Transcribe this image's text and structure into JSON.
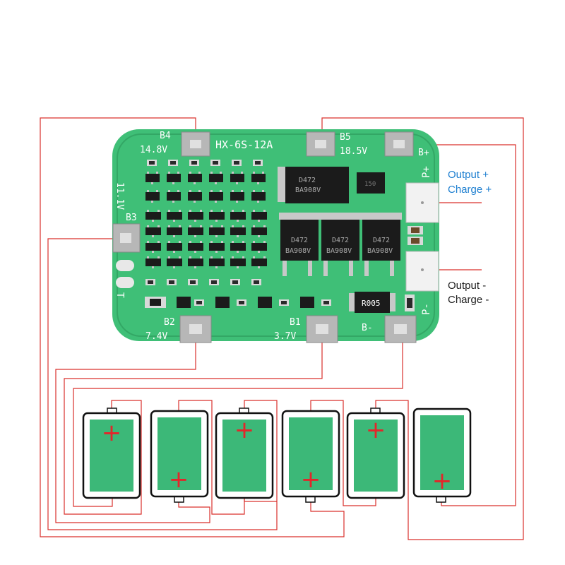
{
  "board": {
    "model": "HX-6S-12A",
    "pads": {
      "b4": {
        "name": "B4",
        "voltage": "14.8V"
      },
      "b5": {
        "name": "B5",
        "voltage": "18.5V"
      },
      "b3": {
        "name": "B3",
        "voltage": "11.1V"
      },
      "b2": {
        "name": "B2",
        "voltage": "7.4V"
      },
      "b1": {
        "name": "B1",
        "voltage": "3.7V"
      },
      "b_minus": {
        "name": "B-"
      },
      "b_plus": {
        "name": "B+"
      },
      "p_plus": {
        "name": "P+"
      },
      "p_minus": {
        "name": "P-"
      },
      "t": {
        "name": "T"
      }
    },
    "components": {
      "mosfet_marking_line1": "D472",
      "mosfet_marking_line2": "BA908V",
      "shunt_resistor": "R005",
      "regulator_marking": "150"
    }
  },
  "labels": {
    "output_plus": "Output +",
    "charge_plus": "Charge +",
    "output_minus": "Output -",
    "charge_minus": "Charge -"
  },
  "colors": {
    "pcb": "#3fbf77",
    "wire": "#d9302c",
    "label_positive": "#1e7fd0",
    "label_negative": "#222222",
    "battery_fill": "#3cb878",
    "plus_sign": "#e3262a"
  },
  "batteries": {
    "cell_1": {
      "plus": "+"
    },
    "cell_2": {
      "plus": "+"
    },
    "cell_3": {
      "plus": "+"
    },
    "cell_4": {
      "plus": "+"
    },
    "cell_5": {
      "plus": "+"
    },
    "cell_6": {
      "plus": "+"
    }
  }
}
